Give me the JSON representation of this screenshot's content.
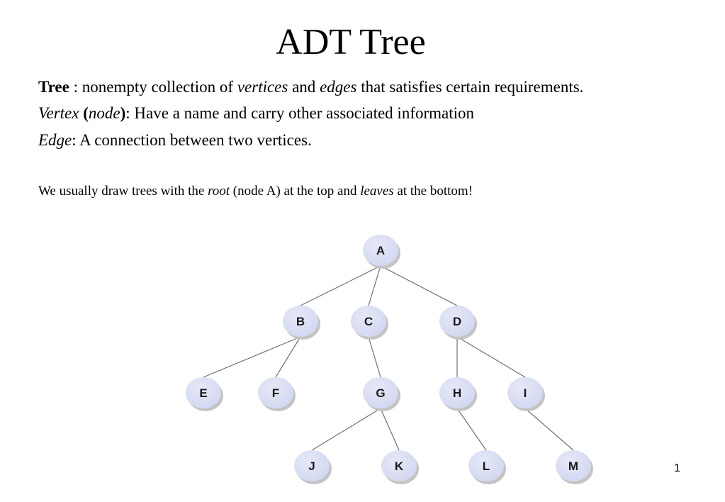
{
  "slide": {
    "title": "ADT Tree",
    "line1": {
      "term": "Tree",
      "t1": " : nonempty collection of ",
      "em1": "vertices",
      "t2": " and ",
      "em2": "edges",
      "t3": " that satisfies certain requirements."
    },
    "line2": {
      "em1": "Vertex",
      "b1": " (",
      "em2": "node",
      "b2": ")",
      "t1": ": Have a name and carry other associated information"
    },
    "line3": {
      "em1": "Edge",
      "t1": ":  A connection between two vertices."
    },
    "line4": {
      "t1": "We usually draw trees with the ",
      "em1": "root",
      "t2": " (node A)  at the top and ",
      "em2": "leaves",
      "t3": "  at the bottom!"
    },
    "page_number": "1"
  },
  "tree": {
    "node_fill": "#d2d7f0",
    "node_shadow": "#c4c4c4",
    "edge_color": "#707070",
    "nodes": [
      {
        "id": "A"
      },
      {
        "id": "B"
      },
      {
        "id": "C"
      },
      {
        "id": "D"
      },
      {
        "id": "E"
      },
      {
        "id": "F"
      },
      {
        "id": "G"
      },
      {
        "id": "H"
      },
      {
        "id": "I"
      },
      {
        "id": "J"
      },
      {
        "id": "K"
      },
      {
        "id": "L"
      },
      {
        "id": "M"
      }
    ],
    "edges": [
      [
        "A",
        "B"
      ],
      [
        "A",
        "C"
      ],
      [
        "A",
        "D"
      ],
      [
        "B",
        "E"
      ],
      [
        "B",
        "F"
      ],
      [
        "C",
        "G"
      ],
      [
        "D",
        "H"
      ],
      [
        "D",
        "I"
      ],
      [
        "G",
        "J"
      ],
      [
        "G",
        "K"
      ],
      [
        "H",
        "L"
      ],
      [
        "I",
        "M"
      ]
    ]
  }
}
